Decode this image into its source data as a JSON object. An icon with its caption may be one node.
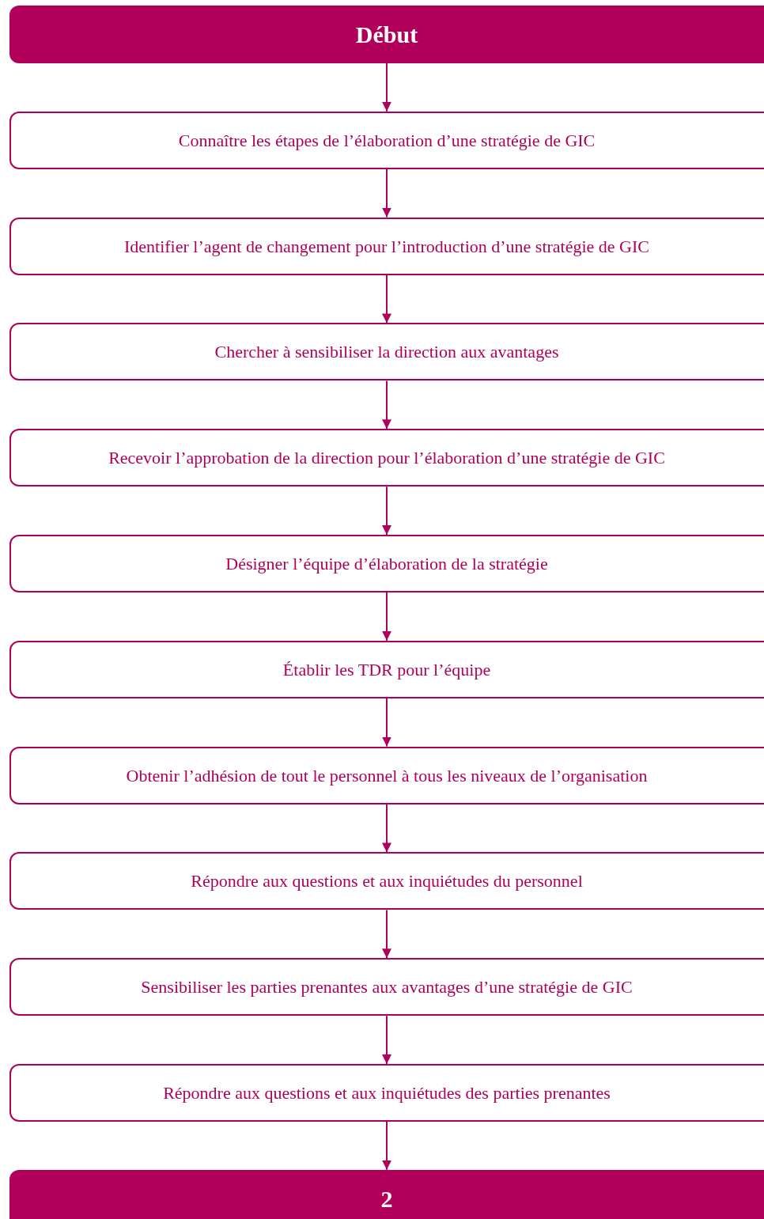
{
  "diagram": {
    "nodes": [
      {
        "text": [
          "Début"
        ]
      },
      {
        "text": [
          "Connaître les étapes de l’élaboration d’une stratégie de GIC"
        ]
      },
      {
        "text": [
          "Identifier l’agent de changement pour l’introduction d’une stratégie de GIC"
        ]
      },
      {
        "text": [
          "Chercher à sensibiliser la direction aux avantages"
        ]
      },
      {
        "text": [
          "Recevoir l’approbation de la direction pour l’élaboration d’une stratégie de GIC"
        ]
      },
      {
        "text": [
          "Désigner l’équipe d’élaboration de la stratégie"
        ]
      },
      {
        "text": [
          "Établir les TDR pour l’équipe"
        ]
      },
      {
        "text": [
          "Obtenir l’adhésion de tout le personnel à tous les niveaux de l’organisation"
        ]
      },
      {
        "text": [
          "Répondre aux questions et aux inquiétudes du personnel"
        ]
      },
      {
        "text": [
          "Sensibiliser les parties prenantes aux avantages d’une stratégie de GIC"
        ]
      },
      {
        "text": [
          "Répondre aux questions et aux inquiétudes des parties prenantes"
        ]
      },
      {
        "text": [
          "2"
        ]
      }
    ],
    "edges": [
      {
        "from": 0,
        "to": 1,
        "arrow": "to"
      },
      {
        "from": 1,
        "to": 2,
        "arrow": "to"
      },
      {
        "from": 2,
        "to": 3,
        "arrow": "to"
      },
      {
        "from": 3,
        "to": 4,
        "arrow": "to"
      },
      {
        "from": 4,
        "to": 5,
        "arrow": "to"
      },
      {
        "from": 5,
        "to": 6,
        "arrow": "to"
      },
      {
        "from": 6,
        "to": 7,
        "arrow": "to"
      },
      {
        "from": 7,
        "to": 8,
        "arrow": "to"
      },
      {
        "from": 8,
        "to": 9,
        "arrow": "to"
      },
      {
        "from": 9,
        "to": 10,
        "arrow": "to"
      },
      {
        "from": 10,
        "to": 11,
        "arrow": "to"
      }
    ]
  }
}
